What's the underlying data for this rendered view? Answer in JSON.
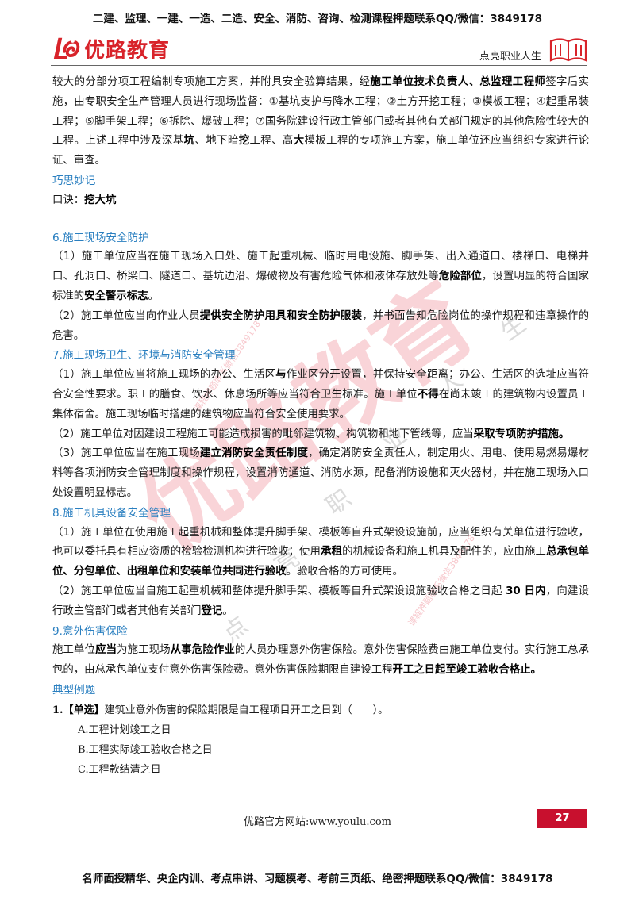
{
  "top_banner": "二建、监理、一建、一造、二造、安全、消防、咨询、检测课程押题联系QQ/微信：3849178",
  "header": {
    "logo_text": "优路教育",
    "slogan": "点亮职业人生"
  },
  "watermark": {
    "big": "优路教育",
    "slogan_chars": [
      "点",
      "亮",
      "职",
      "业",
      "人",
      "生"
    ],
    "small": "课程押题联系微信3849178"
  },
  "body": {
    "p1": [
      {
        "t": "较大的分部分项工程编制专项施工方案，并附具安全验算结果，经"
      },
      {
        "t": "施工单位技术负责人、总监理工程师",
        "b": true
      },
      {
        "t": "签字后实施，由专职安全生产管理人员进行现场监督：①基坑支护与降水工程；②土方开挖工程；③模板工程；④起重吊装工程；⑤脚手架工程；⑥拆除、爆破工程；⑦国务院建设行政主管部门或者其他有关部门规定的其他危险性较大的工程。上述工程中涉及深基"
      },
      {
        "t": "坑",
        "b": true
      },
      {
        "t": "、地下暗"
      },
      {
        "t": "挖",
        "b": true
      },
      {
        "t": "工程、高"
      },
      {
        "t": "大",
        "b": true
      },
      {
        "t": "模板工程的专项施工方案，施工单位还应当组织专家进行论证、审查。"
      }
    ],
    "h_memo": "巧思妙记",
    "memo": [
      {
        "t": "口诀："
      },
      {
        "t": "挖大坑",
        "b": true
      }
    ],
    "h6": "6.施工现场安全防护",
    "p6_1": [
      {
        "t": "（1）施工单位应当在施工现场入口处、施工起重机械、临时用电设施、脚手架、出入通道口、楼梯口、电梯井口、孔洞口、桥梁口、隧道口、基坑边沿、爆破物及有害危险气体和液体存放处等"
      },
      {
        "t": "危险部位",
        "b": true
      },
      {
        "t": "，设置明显的符合国家标准的"
      },
      {
        "t": "安全警示标志",
        "b": true
      },
      {
        "t": "。"
      }
    ],
    "p6_2": [
      {
        "t": "（2）施工单位应当向作业人员"
      },
      {
        "t": "提供安全防护用具和安全防护服装",
        "b": true
      },
      {
        "t": "，并书面告知危险岗位的操作规程和违章操作的危害。"
      }
    ],
    "h7": "7.施工现场卫生、环境与消防安全管理",
    "p7_1": [
      {
        "t": "（1）施工单位应当将施工现场的办公、生活区"
      },
      {
        "t": "与",
        "b": true
      },
      {
        "t": "作业区分开设置，并保持安全距离；办公、生活区的选址应当符合安全性要求。职工的膳食、饮水、休息场所等应当符合卫生标准。施工单位"
      },
      {
        "t": "不得",
        "b": true
      },
      {
        "t": "在尚未竣工的建筑物内设置员工集体宿舍。施工现场临时搭建的建筑物应当符合安全使用要求。"
      }
    ],
    "p7_2": [
      {
        "t": "（2）施工单位对因建设工程施工可能造成损害的毗邻建筑物、构筑物和地下管线等，应当"
      },
      {
        "t": "采取专项防护措施。",
        "b": true
      }
    ],
    "p7_3": [
      {
        "t": "（3）施工单位应当在施工现场"
      },
      {
        "t": "建立消防安全责任制度",
        "b": true
      },
      {
        "t": "，确定消防安全责任人，制定用火、用电、使用易燃易爆材料等各项消防安全管理制度和操作规程，设置消防通道、消防水源，配备消防设施和灭火器材，并在施工现场入口处设置明显标志。"
      }
    ],
    "h8": "8.施工机具设备安全管理",
    "p8_1": [
      {
        "t": "（1）施工单位在使用施工起重机械和整体提升脚手架、模板等自升式架设设施前，应当组织有关单位进行验收，也可以委托具有相应资质的检验检测机构进行验收；使用"
      },
      {
        "t": "承租",
        "b": true
      },
      {
        "t": "的机械设备和施工机具及配件的，应由施工"
      },
      {
        "t": "总承包单位、分包单位、出租单位和安装单位共同进行验收",
        "b": true
      },
      {
        "t": "。验收合格的方可使用。"
      }
    ],
    "p8_2": [
      {
        "t": "（2）施工单位应当自施工起重机械和整体提升脚手架、模板等自升式架设设施验收合格之日起 "
      },
      {
        "t": "30 日内",
        "b": true
      },
      {
        "t": "，向建设行政主管部门或者其他有关部门"
      },
      {
        "t": "登记",
        "b": true
      },
      {
        "t": "。"
      }
    ],
    "h9": "9.意外伤害保险",
    "p9": [
      {
        "t": "施工单位"
      },
      {
        "t": "应当",
        "b": true
      },
      {
        "t": "为施工现场"
      },
      {
        "t": "从事危险作业",
        "b": true
      },
      {
        "t": "的人员办理意外伤害保险。意外伤害保险费由施工单位支付。实行施工总承包的，由总承包单位支付意外伤害保险费。意外伤害保险期限自建设工程"
      },
      {
        "t": "开工之日起至竣工验收合格止。",
        "b": true
      }
    ],
    "h_example": "典型例题",
    "question": [
      {
        "t": "1.【单选】",
        "b": true
      },
      {
        "t": "建筑业意外伤害的保险期限是自工程项目开工之日到（　　）。"
      }
    ],
    "options": [
      "A.工程计划竣工之日",
      "B.工程实际竣工验收合格之日",
      "C.工程款结清之日"
    ]
  },
  "footer": {
    "site": "优路官方网站:www.youlu.com",
    "page": "27"
  },
  "bottom_banner": "名师面授精华、央企内训、考点串讲、习题模考、考前三页纸、绝密押题联系QQ/微信：3849178",
  "colors": {
    "brand_red": "#d8232a",
    "heading_blue": "#2a7fc0",
    "page_badge": "#c8102e"
  }
}
